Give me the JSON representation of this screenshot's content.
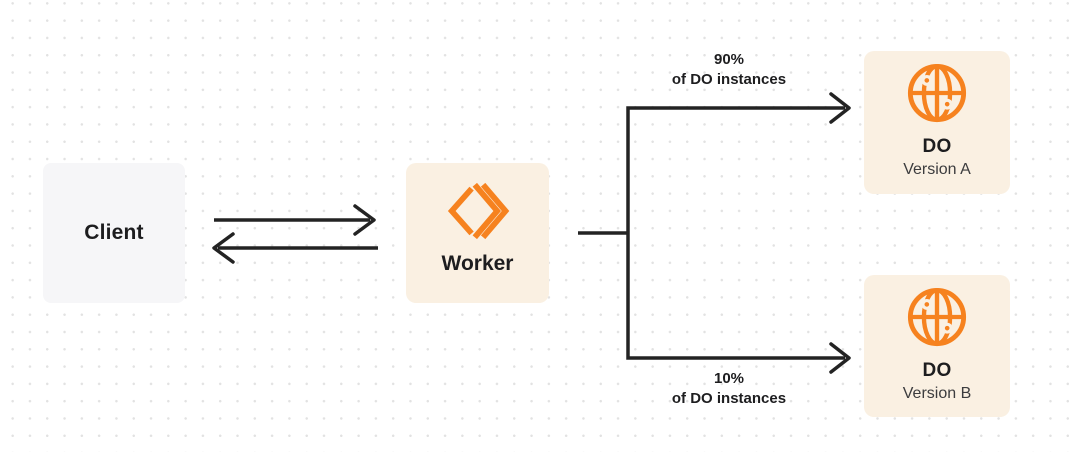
{
  "colors": {
    "accent_orange": "#f6821f",
    "node_cream_bg": "#faf0e2",
    "node_gray_bg": "#f6f6f8",
    "connector": "#232323",
    "text_primary": "#1d1d1f",
    "text_secondary": "#3c3c3e",
    "grid_dot": "#e2e2e2"
  },
  "nodes": {
    "client": {
      "label": "Client"
    },
    "worker": {
      "label": "Worker",
      "icon": "cloudflare-workers-logo-icon"
    },
    "do_version_a": {
      "title": "DO",
      "subtitle": "Version A",
      "icon": "durable-object-globe-icon"
    },
    "do_version_b": {
      "title": "DO",
      "subtitle": "Version B",
      "icon": "durable-object-globe-icon"
    }
  },
  "edges": {
    "branch_a": {
      "percent": "90%",
      "caption": "of DO instances"
    },
    "branch_b": {
      "percent": "10%",
      "caption": "of DO instances"
    }
  }
}
